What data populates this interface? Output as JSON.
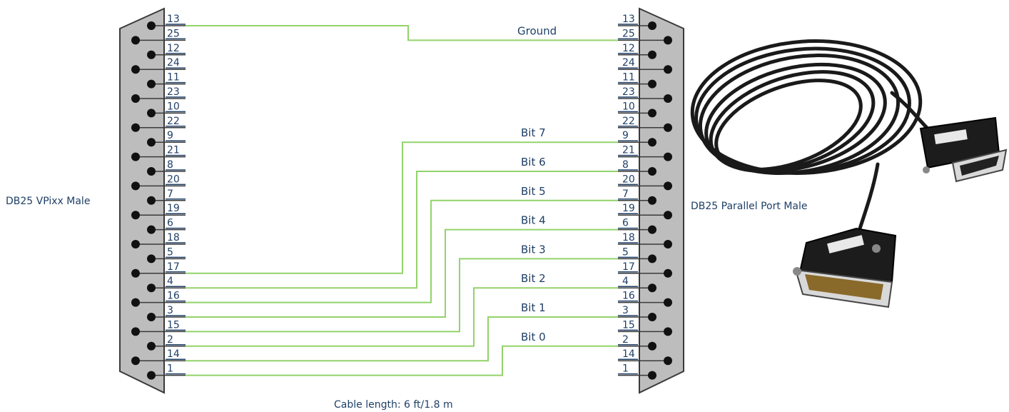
{
  "left_connector_label": "DB25 VPixx Male",
  "right_connector_label": "DB25 Parallel Port Male",
  "caption": "Cable length: 6 ft/1.8 m",
  "pin_order": [
    "13",
    "25",
    "12",
    "24",
    "11",
    "23",
    "10",
    "22",
    "9",
    "21",
    "8",
    "20",
    "7",
    "19",
    "6",
    "18",
    "5",
    "17",
    "4",
    "16",
    "3",
    "15",
    "2",
    "14",
    "1"
  ],
  "right_pin_order": [
    "13",
    "25",
    "12",
    "24",
    "11",
    "23",
    "10",
    "22",
    "9",
    "21",
    "8",
    "20",
    "7",
    "19",
    "6",
    "18",
    "5",
    "17",
    "4",
    "16",
    "3",
    "15",
    "2",
    "14",
    "1"
  ],
  "connections": [
    {
      "signal": "Ground",
      "left_pin": "13",
      "right_pin": "25"
    },
    {
      "signal": "Bit 7",
      "left_pin": "17",
      "right_pin": "9"
    },
    {
      "signal": "Bit 6",
      "left_pin": "4",
      "right_pin": "8"
    },
    {
      "signal": "Bit 5",
      "left_pin": "16",
      "right_pin": "7"
    },
    {
      "signal": "Bit 4",
      "left_pin": "3",
      "right_pin": "6"
    },
    {
      "signal": "Bit 3",
      "left_pin": "15",
      "right_pin": "5"
    },
    {
      "signal": "Bit 2",
      "left_pin": "2",
      "right_pin": "4"
    },
    {
      "signal": "Bit 1",
      "left_pin": "14",
      "right_pin": "3"
    },
    {
      "signal": "Bit 0",
      "left_pin": "1",
      "right_pin": "2"
    }
  ],
  "colors": {
    "wire": "#92d36b",
    "text": "#1f3f66",
    "connector_fill": "#bdbdbd",
    "connector_stroke": "#3a3a3a",
    "cable": "#1a1a1a"
  }
}
